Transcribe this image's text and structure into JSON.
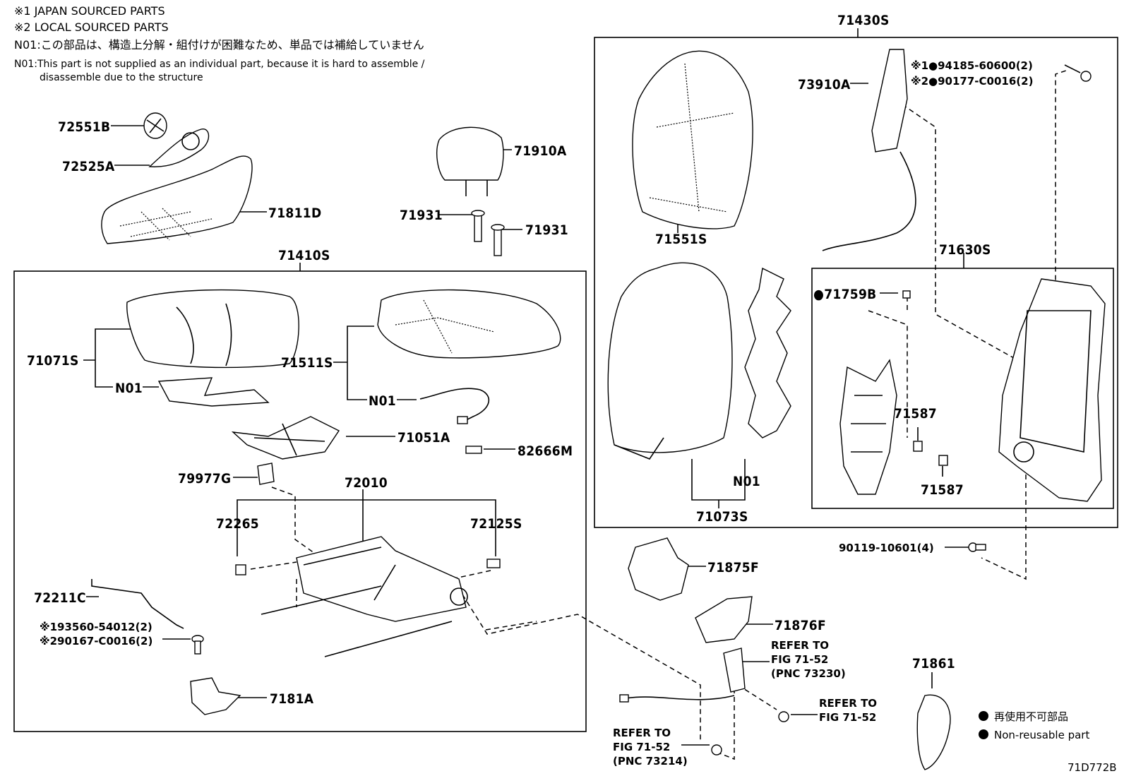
{
  "notes": {
    "japan": "※1 JAPAN SOURCED PARTS",
    "local": "※2 LOCAL SOURCED PARTS",
    "n01_jp": "N01:この部品は、構造上分解・組付けが困難なため、単品では補給していません",
    "n01_en_1": "N01:This part is not supplied as an individual part, because it is hard to assemble /",
    "n01_en_2": "disassemble due to the structure"
  },
  "labels": {
    "p72551B": "72551B",
    "p72525A": "72525A",
    "p71811D": "71811D",
    "p71910A": "71910A",
    "p71931a": "71931",
    "p71931b": "71931",
    "p71410S": "71410S",
    "p71071S": "71071S",
    "p71511S": "71511S",
    "n01a": "N01",
    "n01b": "N01",
    "p71051A": "71051A",
    "p82666M": "82666M",
    "p79977G": "79977G",
    "p72010": "72010",
    "p72265": "72265",
    "p72125S": "72125S",
    "p72211C": "72211C",
    "bolt1": "※193560-54012(2)",
    "bolt2": "※290167-C0016(2)",
    "p7181A": "7181A",
    "p71430S": "71430S",
    "p73910A": "73910A",
    "nut1": "※1●94185-60600(2)",
    "nut2": "※2●90177-C0016(2)",
    "p71551S": "71551S",
    "p71630S": "71630S",
    "p71759B": "●71759B",
    "p71587a": "71587",
    "p71587b": "71587",
    "n01c": "N01",
    "p71073S": "71073S",
    "bolt3": "90119-10601(4)",
    "p71875F": "71875F",
    "p71876F": "71876F",
    "ref1_1": "REFER TO",
    "ref1_2": "FIG 71-52",
    "ref1_3": "(PNC 73230)",
    "ref2_1": "REFER TO",
    "ref2_2": "FIG 71-52",
    "ref3_1": "REFER TO",
    "ref3_2": "FIG 71-52",
    "ref3_3": "(PNC 73214)",
    "p71861": "71861"
  },
  "legend": {
    "jp": "再使用不可部品",
    "en": "Non-reusable part"
  },
  "code": "71D772B"
}
